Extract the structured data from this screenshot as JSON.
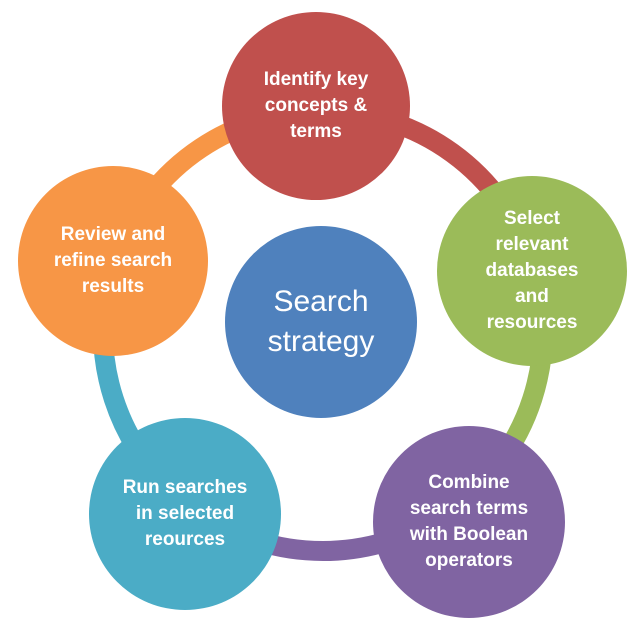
{
  "diagram": {
    "background_color": "#FFFFFF",
    "text_color": "#FFFFFF",
    "center": {
      "label": "Search\nstrategy",
      "color": "#4F81BD",
      "position": "center"
    },
    "nodes": [
      {
        "label": "Identify key\nconcepts &\nterms",
        "color": "#C0504D",
        "position": "top"
      },
      {
        "label": "Select\nrelevant\ndatabases\nand\nresources",
        "color": "#9BBB59",
        "position": "right"
      },
      {
        "label": "Combine\nsearch terms\nwith Boolean\noperators",
        "color": "#8064A2",
        "position": "bottom-right"
      },
      {
        "label": "Run searches\nin selected\nreources",
        "color": "#4BACC6",
        "position": "bottom-left"
      },
      {
        "label": "Review and\nrefine search\nresults",
        "color": "#F79646",
        "position": "left"
      }
    ],
    "ring": {
      "segments": [
        {
          "from": "top",
          "to": "right",
          "color": "#C0504D"
        },
        {
          "from": "right",
          "to": "bottom-right",
          "color": "#9BBB59"
        },
        {
          "from": "bottom-right",
          "to": "bottom-left",
          "color": "#8064A2"
        },
        {
          "from": "bottom-left",
          "to": "left",
          "color": "#4BACC6"
        },
        {
          "from": "left",
          "to": "top",
          "color": "#F79646"
        }
      ]
    }
  }
}
